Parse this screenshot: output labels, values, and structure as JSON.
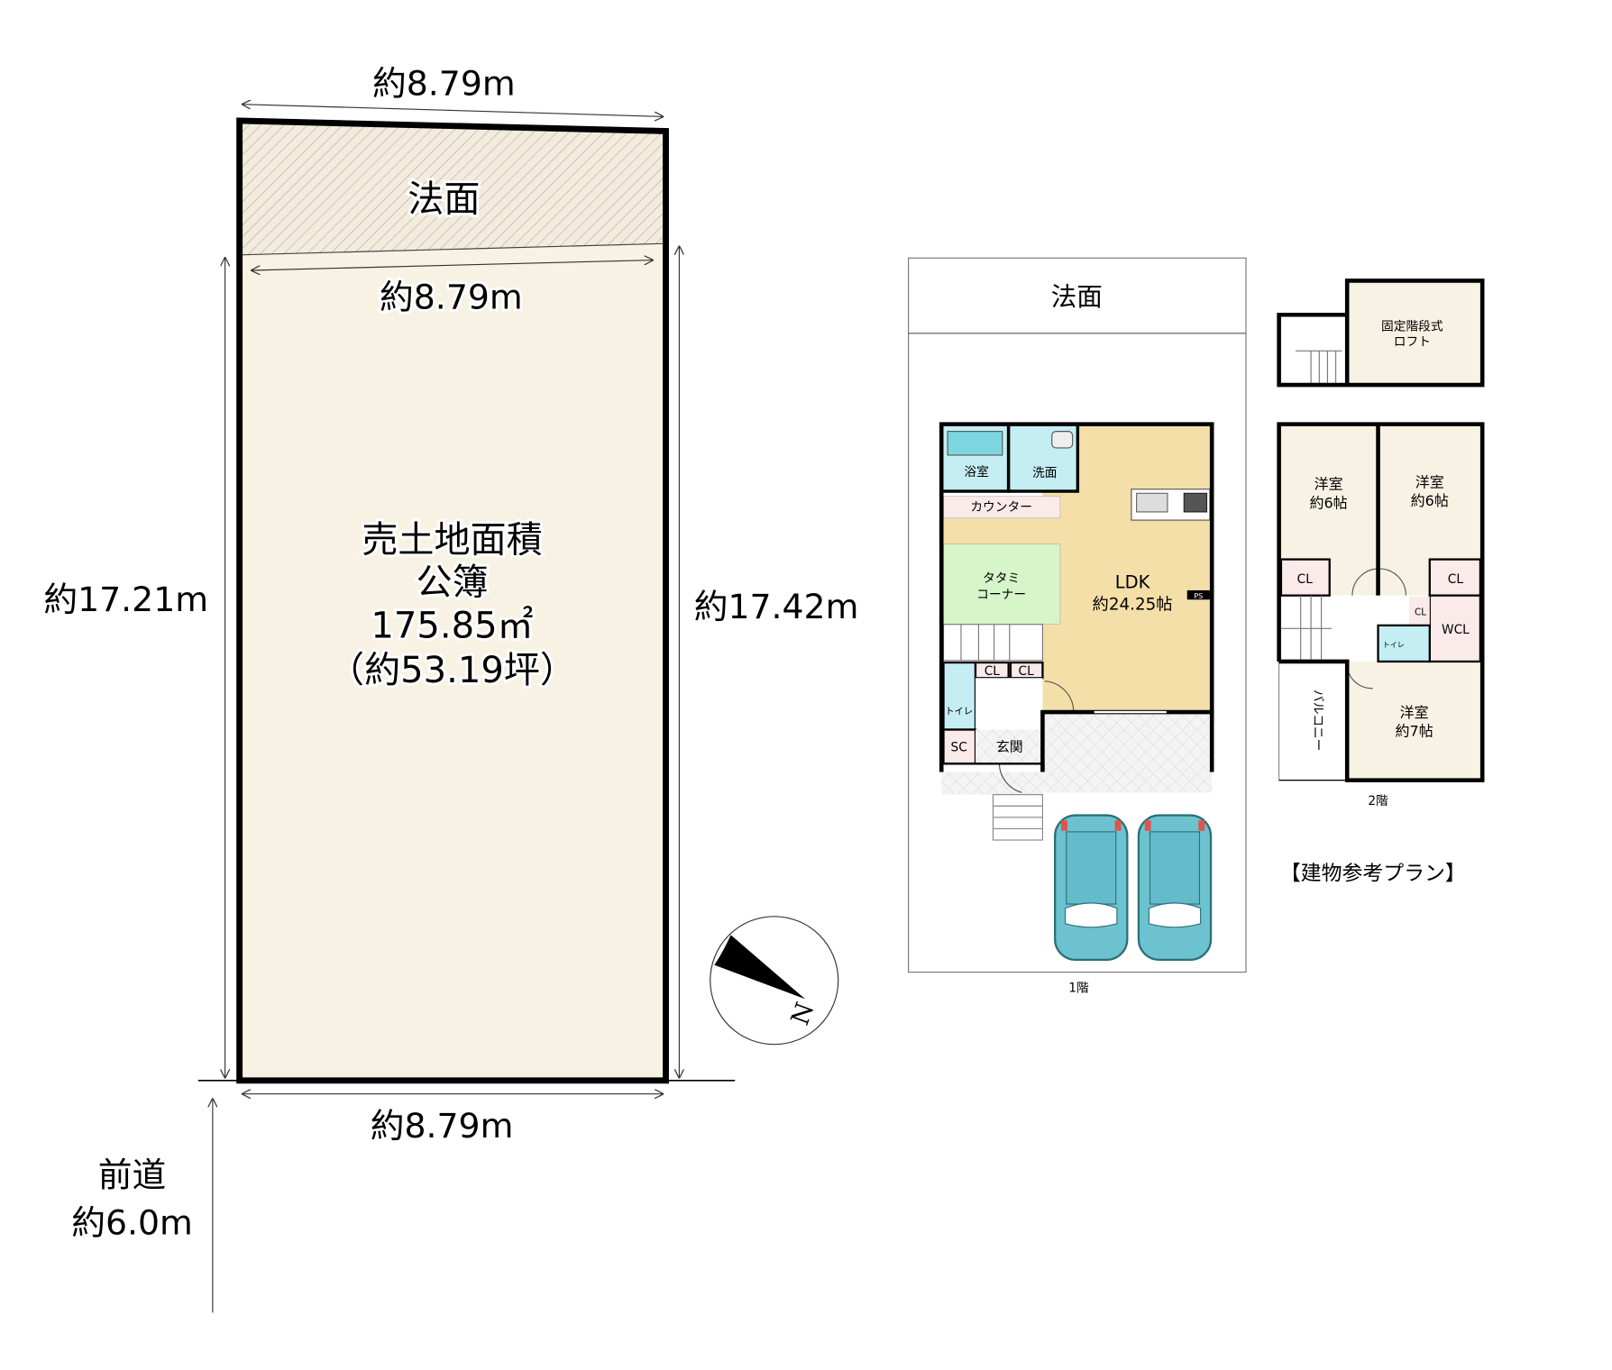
{
  "lot": {
    "slope_label": "法面",
    "top_width": "約8.79m",
    "inner_width": "約8.79m",
    "bottom_width": "約8.79m",
    "left_depth": "約17.21m",
    "right_depth": "約17.42m",
    "area_title": "売土地面積",
    "area_basis": "公簿",
    "area_sqm": "175.85㎡",
    "area_tsubo": "（約53.19坪）",
    "road_label": "前道",
    "road_width": "約6.0m",
    "compass_label": "N",
    "fill_color": "#f8f2e4"
  },
  "floor1": {
    "slope_label": "法面",
    "caption": "1階",
    "rooms": {
      "bath": "浴室",
      "washroom": "洗面",
      "counter": "カウンター",
      "tatami_1": "タタミ",
      "tatami_2": "コーナー",
      "ldk": "LDK",
      "ldk_size": "約24.25帖",
      "ps": "PS",
      "cl1": "CL",
      "cl2": "CL",
      "toilet": "トイレ",
      "sc": "SC",
      "entrance": "玄関"
    },
    "colors": {
      "ldk": "#f5dfa8",
      "bath": "#c4eef4",
      "tatami": "#d6f5c9",
      "counter": "#fbeaea"
    }
  },
  "floor2": {
    "caption": "2階",
    "loft_1": "固定階段式",
    "loft_2": "ロフト",
    "bed1": "洋室",
    "bed1_size": "約6帖",
    "bed2": "洋室",
    "bed2_size": "約6帖",
    "bed3": "洋室",
    "bed3_size": "約7帖",
    "cl_left": "CL",
    "cl_right": "CL",
    "cl_small": "CL",
    "wcl": "WCL",
    "toilet": "トイレ",
    "balcony": "バルコニー"
  },
  "plan_note": "【建物参考プラン】"
}
